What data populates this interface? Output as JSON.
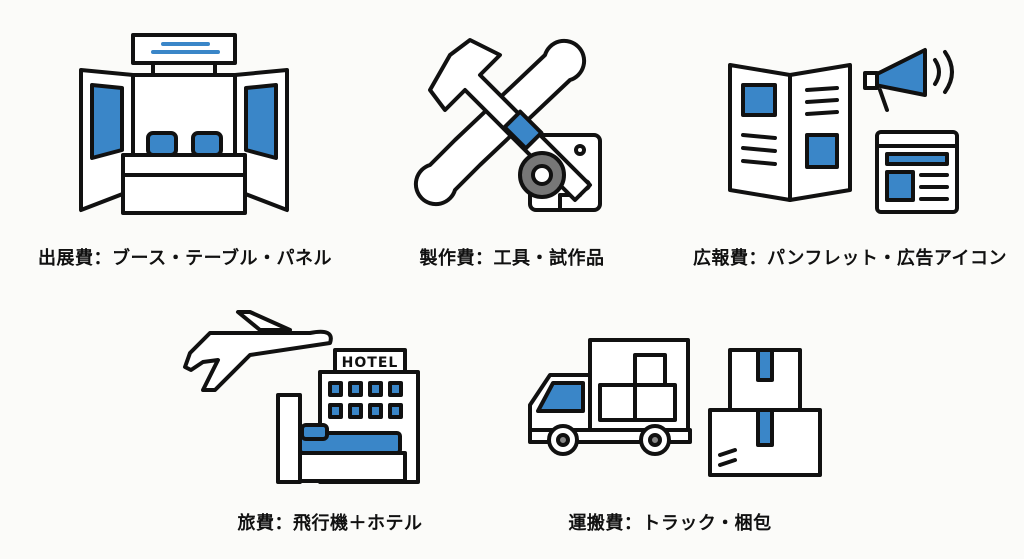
{
  "items": [
    {
      "label": "出展費：ブース・テーブル・パネル",
      "icon": "exhibition-booth-icon"
    },
    {
      "label": "製作費：工具・試作品",
      "icon": "tools-icon"
    },
    {
      "label": "広報費：パンフレット・広告アイコン",
      "icon": "advertising-icon"
    },
    {
      "label": "旅費：飛行機＋ホテル",
      "icon": "travel-icon",
      "sign": "HOTEL"
    },
    {
      "label": "運搬費：トラック・梱包",
      "icon": "truck-icon"
    }
  ],
  "colors": {
    "accent": "#3a86c8",
    "background": "#fbfbf9",
    "line": "#111111"
  }
}
